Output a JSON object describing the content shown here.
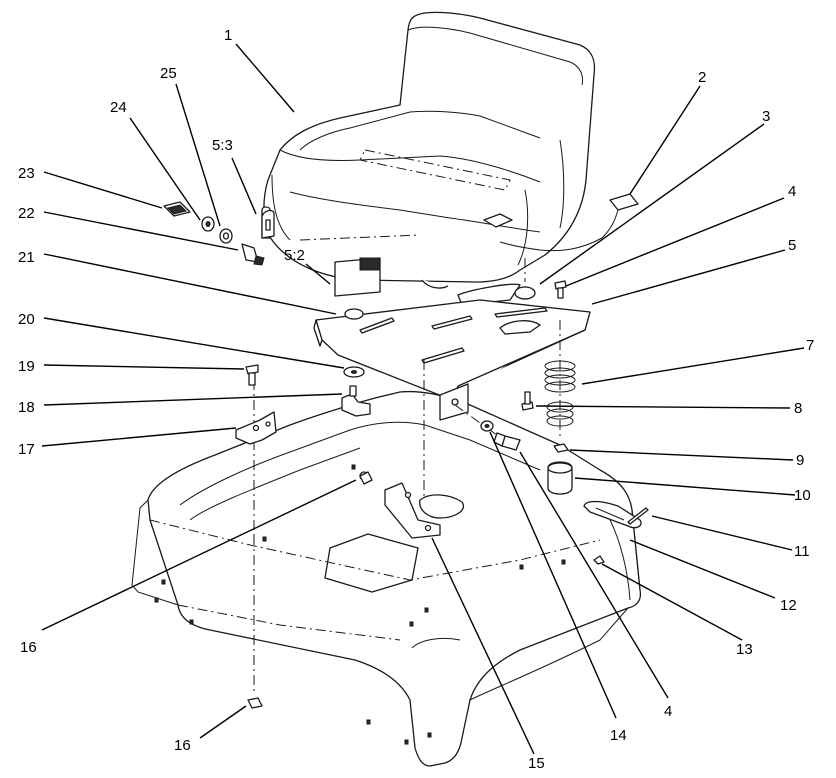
{
  "callouts": {
    "c1": "1",
    "c2": "2",
    "c3": "3",
    "c4_top": "4",
    "c5": "5",
    "c7": "7",
    "c8": "8",
    "c9": "9",
    "c10": "10",
    "c11": "11",
    "c12": "12",
    "c13": "13",
    "c4_bottom": "4",
    "c14": "14",
    "c15": "15",
    "c16_mid": "16",
    "c16_bottom": "16",
    "c17": "17",
    "c18": "18",
    "c19": "19",
    "c20": "20",
    "c21": "21",
    "c22": "22",
    "c23": "23",
    "c24": "24",
    "c25": "25",
    "c5_3": "5:3",
    "c5_2": "5:2"
  }
}
